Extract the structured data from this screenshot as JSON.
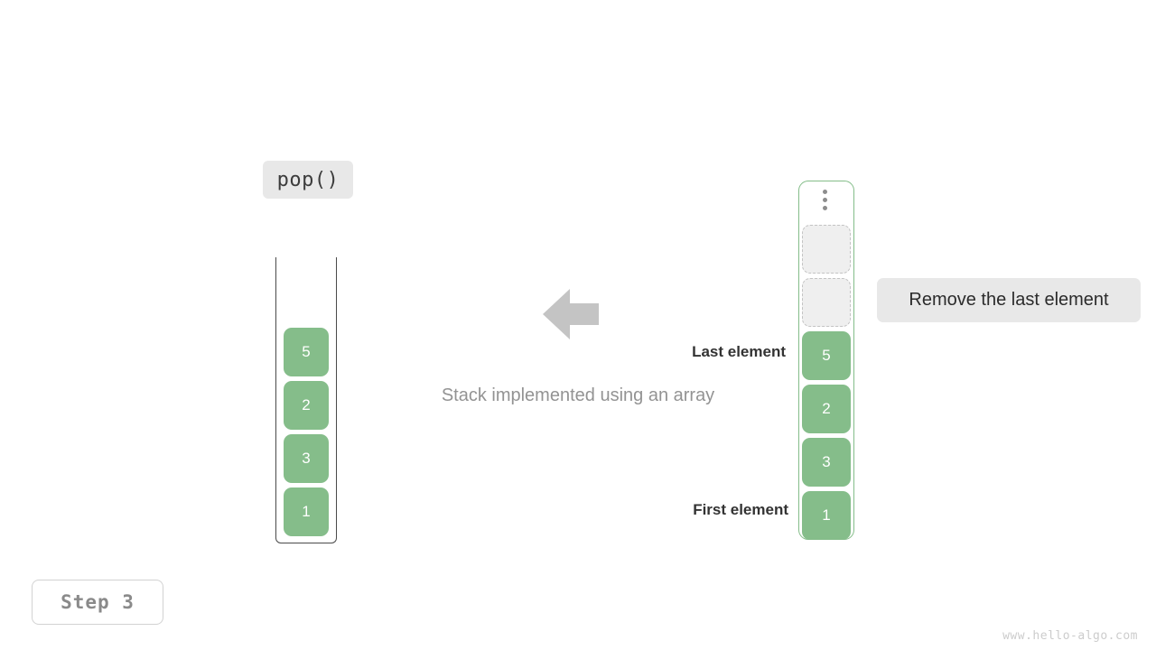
{
  "page": {
    "background": "#ffffff",
    "watermark": "www.hello-algo.com"
  },
  "operation": {
    "label": "pop()"
  },
  "step": {
    "label": "Step 3"
  },
  "caption": {
    "text": "Stack implemented using an array"
  },
  "arrow": {
    "direction": "left",
    "color": "#c4c4c4"
  },
  "colors": {
    "element_green": "#85bd8a",
    "container_border_green": "#84bd89",
    "empty_slot_fill": "#efefef",
    "empty_slot_border": "#c3c3c3",
    "chip_background": "#e8e8e8",
    "tube_border": "#4a4a4a"
  },
  "left_stack": {
    "name": "stack-abstraction",
    "container_style": "open-top-tube",
    "elements": [
      "5",
      "2",
      "3",
      "1"
    ]
  },
  "right_array": {
    "name": "array-representation",
    "overflow_indicator": "vertical-ellipsis-icon",
    "slots": [
      {
        "state": "empty",
        "value": ""
      },
      {
        "state": "empty",
        "value": ""
      },
      {
        "state": "filled",
        "value": "5"
      },
      {
        "state": "filled",
        "value": "2"
      },
      {
        "state": "filled",
        "value": "3"
      },
      {
        "state": "filled",
        "value": "1"
      }
    ]
  },
  "annotations": {
    "last_element": "Last element",
    "first_element": "First element",
    "callout": "Remove the last element"
  }
}
